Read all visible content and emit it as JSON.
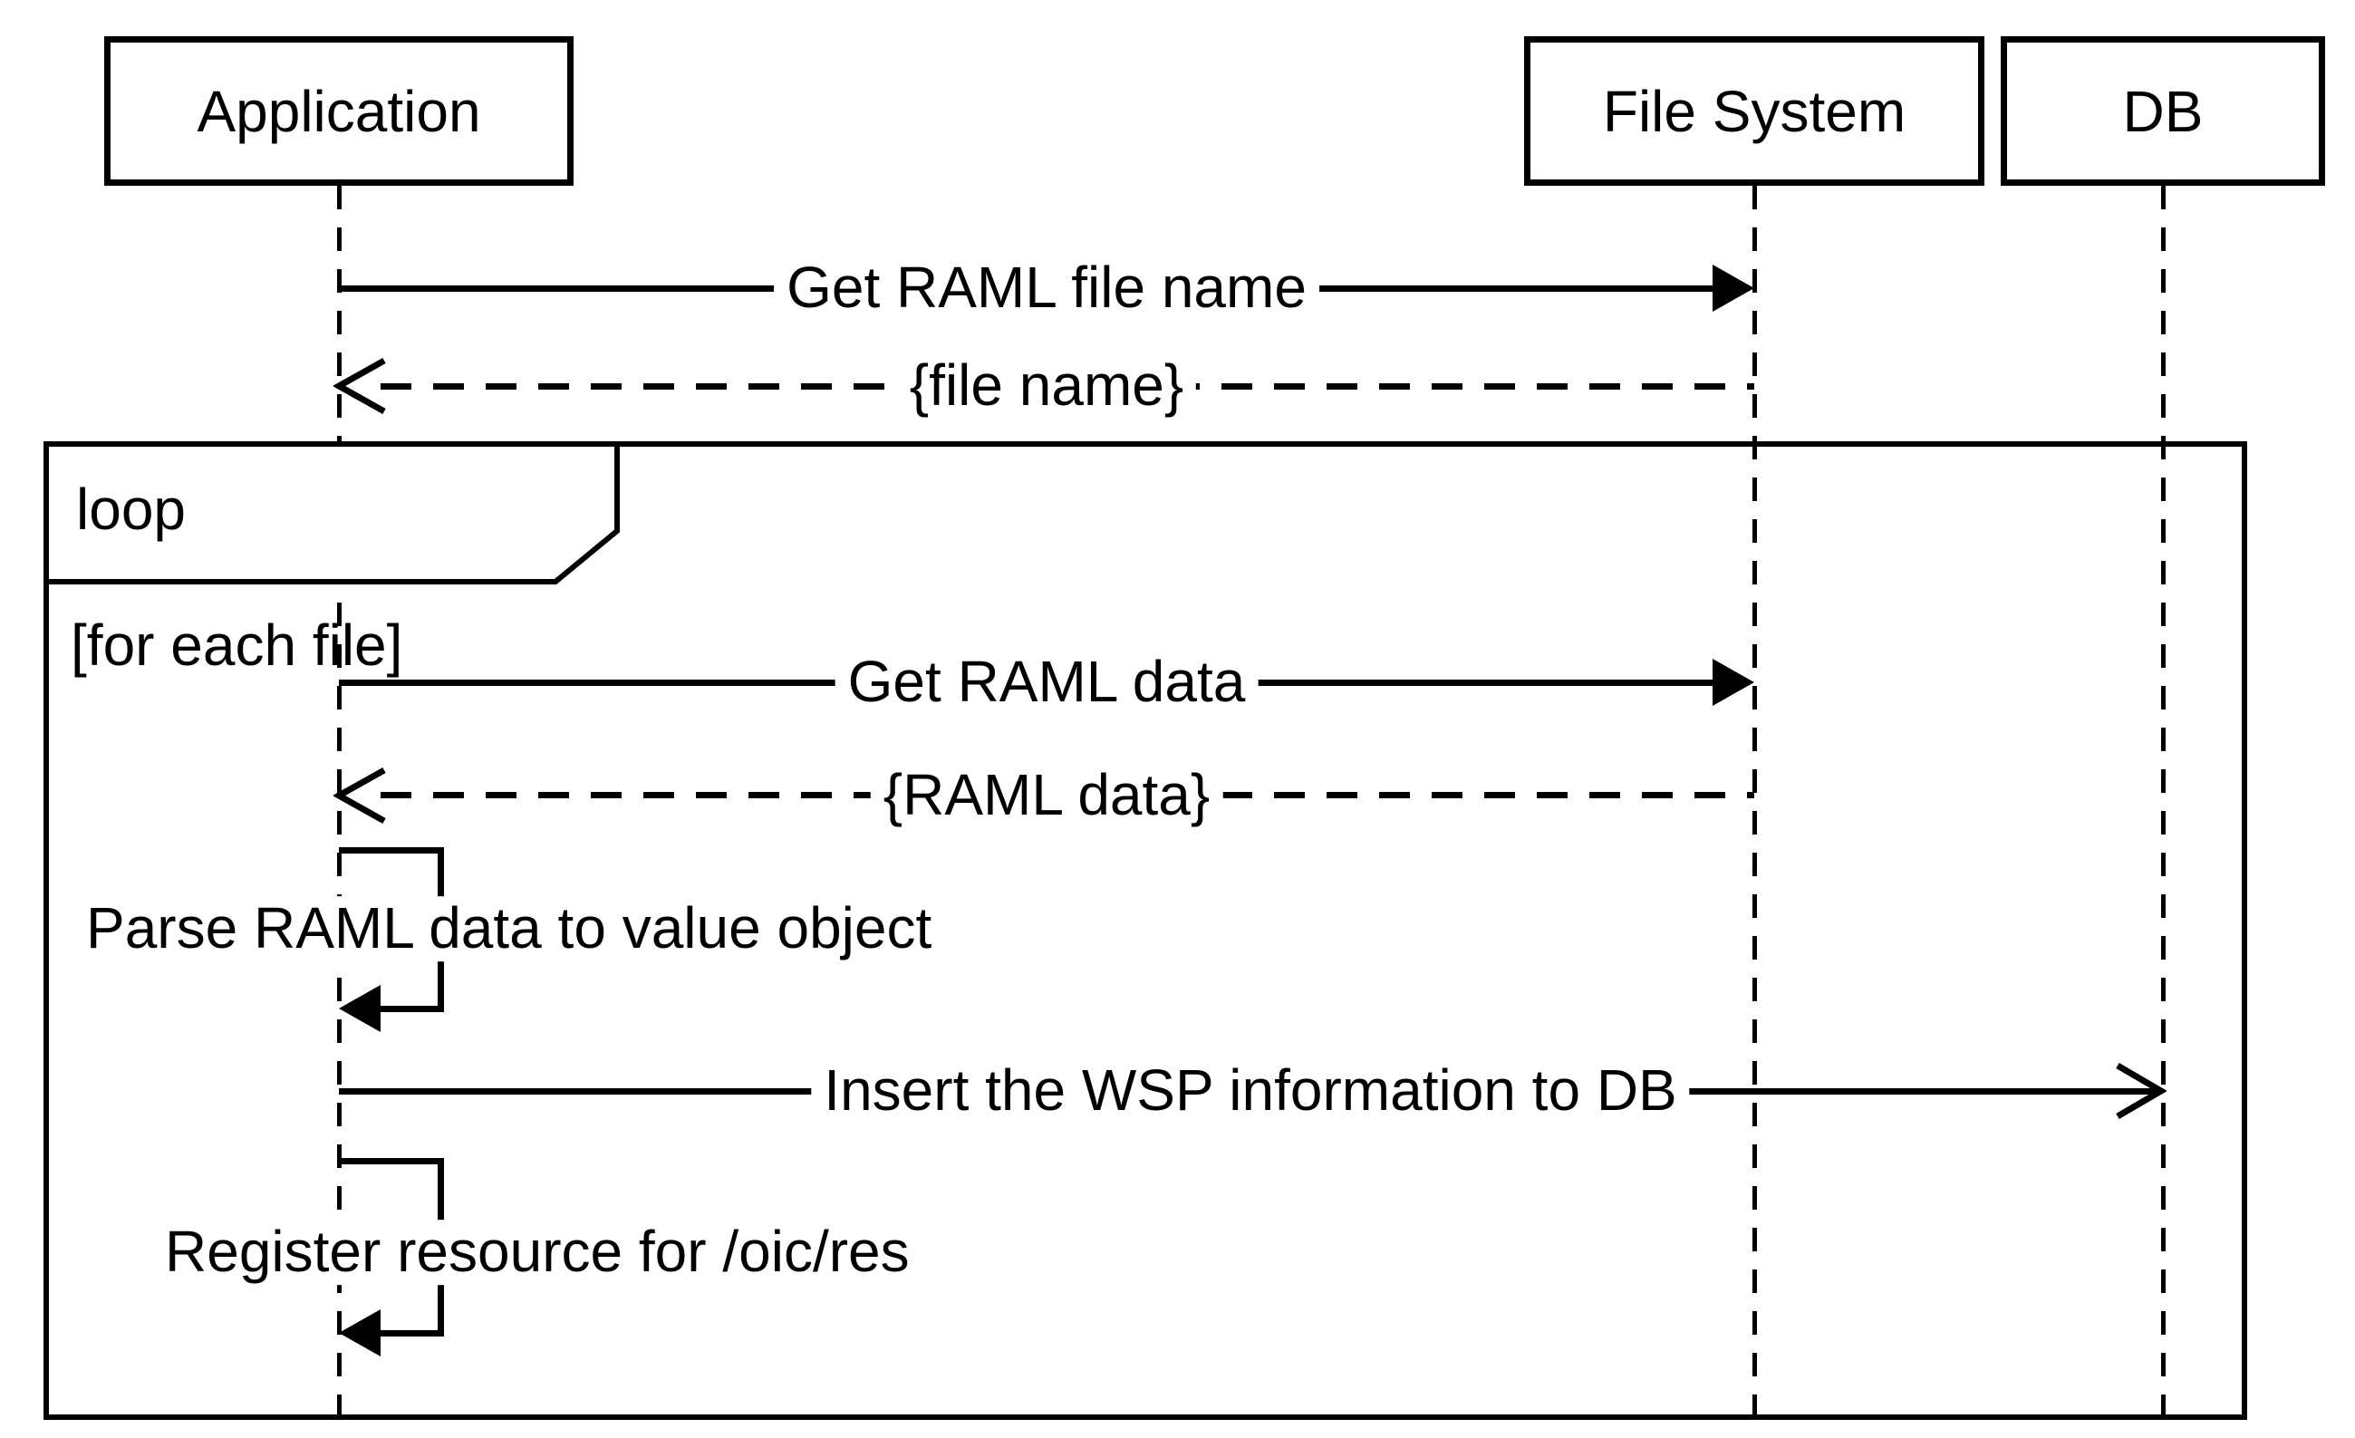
{
  "diagram": {
    "kind": "uml-sequence-diagram",
    "colors": {
      "stroke": "#000000",
      "background": "#ffffff",
      "text": "#000000"
    }
  },
  "participants": [
    {
      "label": "Application"
    },
    {
      "label": "File System"
    },
    {
      "label": "DB"
    }
  ],
  "fragment": {
    "operator": "loop",
    "guard": "[for each file]"
  },
  "messages": [
    {
      "label": "Get RAML file name",
      "from": "Application",
      "to": "File System",
      "line": "solid",
      "arrowhead": "filled"
    },
    {
      "label": "{file name}",
      "from": "File System",
      "to": "Application",
      "line": "dashed",
      "arrowhead": "open"
    },
    {
      "label": "Get RAML data",
      "from": "Application",
      "to": "File System",
      "line": "solid",
      "arrowhead": "filled"
    },
    {
      "label": "{RAML data}",
      "from": "File System",
      "to": "Application",
      "line": "dashed",
      "arrowhead": "open"
    },
    {
      "label": "Parse RAML data to value object",
      "from": "Application",
      "to": "Application",
      "line": "solid",
      "arrowhead": "filled"
    },
    {
      "label": "Insert the WSP information to DB",
      "from": "Application",
      "to": "DB",
      "line": "solid",
      "arrowhead": "open"
    },
    {
      "label": "Register resource for /oic/res",
      "from": "Application",
      "to": "Application",
      "line": "solid",
      "arrowhead": "filled"
    }
  ]
}
